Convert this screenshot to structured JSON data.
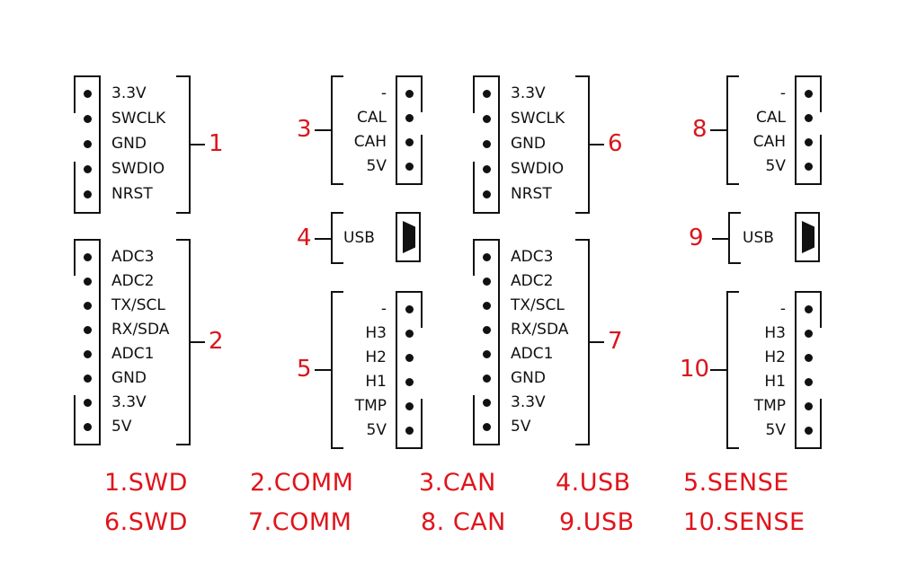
{
  "connectors": [
    {
      "id": "1",
      "name": "SWD",
      "pins": [
        "3.3V",
        "SWCLK",
        "GND",
        "SWDIO",
        "NRST"
      ]
    },
    {
      "id": "2",
      "name": "COMM",
      "pins": [
        "ADC3",
        "ADC2",
        "TX/SCL",
        "RX/SDA",
        "ADC1",
        "GND",
        "3.3V",
        "5V"
      ]
    },
    {
      "id": "3",
      "name": "CAN",
      "pins": [
        "-",
        "CAL",
        "CAH",
        "5V"
      ]
    },
    {
      "id": "4",
      "name": "USB",
      "pins": [
        "USB"
      ]
    },
    {
      "id": "5",
      "name": "SENSE",
      "pins": [
        "-",
        "H3",
        "H2",
        "H1",
        "TMP",
        "5V"
      ]
    },
    {
      "id": "6",
      "name": "SWD",
      "pins": [
        "3.3V",
        "SWCLK",
        "GND",
        "SWDIO",
        "NRST"
      ]
    },
    {
      "id": "7",
      "name": "COMM",
      "pins": [
        "ADC3",
        "ADC2",
        "TX/SCL",
        "RX/SDA",
        "ADC1",
        "GND",
        "3.3V",
        "5V"
      ]
    },
    {
      "id": "8",
      "name": "CAN",
      "pins": [
        "-",
        "CAL",
        "CAH",
        "5V"
      ]
    },
    {
      "id": "9",
      "name": "USB",
      "pins": [
        "USB"
      ]
    },
    {
      "id": "10",
      "name": "SENSE",
      "pins": [
        "-",
        "H3",
        "H2",
        "H1",
        "TMP",
        "5V"
      ]
    }
  ],
  "legend": {
    "row1": [
      "1.SWD",
      "2.COMM",
      "3.CAN",
      "4.USB",
      "5.SENSE"
    ],
    "row2": [
      "6.SWD",
      "7.COMM",
      "8. CAN",
      "9.USB",
      "10.SENSE"
    ]
  },
  "colors": {
    "label_red": "#e0141b",
    "line": "#111111"
  }
}
